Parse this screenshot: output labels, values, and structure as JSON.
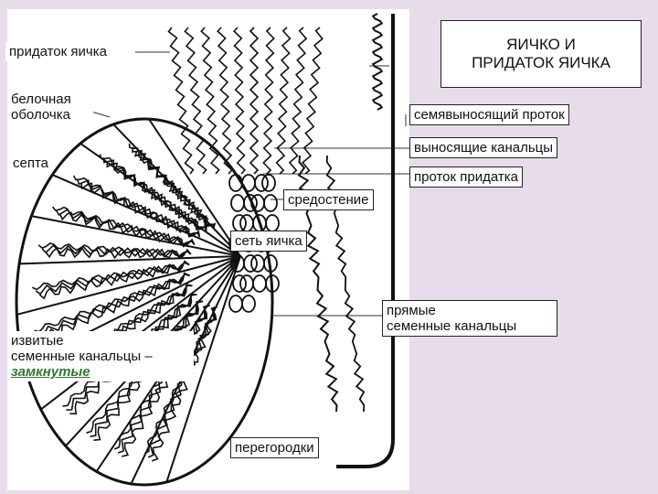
{
  "title": {
    "line1": "ЯИЧКО И",
    "line2": "ПРИДАТОК ЯИЧКА"
  },
  "labels": {
    "epididymis": "придаток яичка",
    "tunica_line1": "белочная",
    "tunica_line2": "оболочка",
    "septa": "септа",
    "vas_deferens": "семявыносящий проток",
    "efferent": "выносящие канальцы",
    "epididymal_duct": "проток придатка",
    "mediastinum": "средостение",
    "rete": "сеть яичка",
    "straight_line1": "прямые",
    "straight_line2": "семенные канальцы",
    "convoluted_line1": "извитые",
    "convoluted_line2": "семенные канальцы –",
    "convoluted_line3": "замкнутые",
    "partitions": "перегородки"
  },
  "colors": {
    "background": "#e6dcea",
    "accent_green": "#2a7d2a"
  }
}
